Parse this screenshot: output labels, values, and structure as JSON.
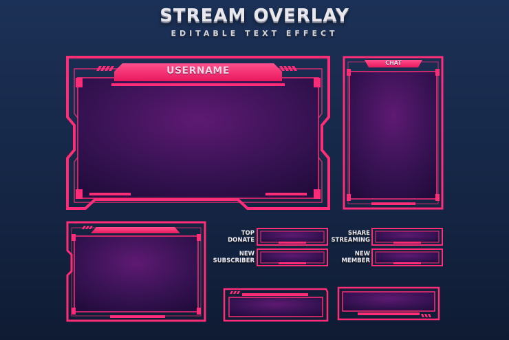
{
  "header": {
    "title": "STREAM OVERLAY",
    "subtitle": "EDITABLE TEXT EFFECT"
  },
  "main_frame": {
    "tag": "USERNAME"
  },
  "chat_frame": {
    "tag": "CHAT"
  },
  "alerts": {
    "top_donate": {
      "line1": "TOP",
      "line2": "DONATE"
    },
    "new_subscriber": {
      "line1": "NEW",
      "line2": "SUBSCRIBER"
    },
    "share_streaming": {
      "line1": "SHARE",
      "line2": "STREAMING"
    },
    "new_member": {
      "line1": "NEW",
      "line2": "MEMBER"
    }
  },
  "colors": {
    "accent": "#ff2d78",
    "accent_light": "#ff6aa3",
    "panel_center": "#5a1a6e",
    "panel_edge": "#240d3f",
    "background_top": "#1c3157",
    "background_bottom": "#0f1b33"
  }
}
